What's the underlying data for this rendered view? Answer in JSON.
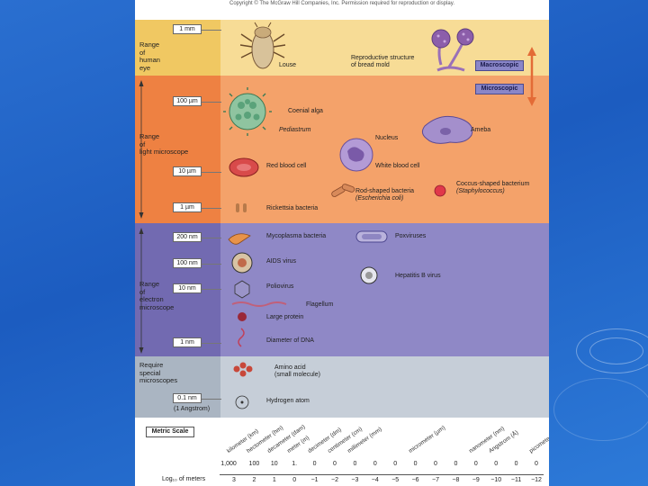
{
  "copyright": "Copyright © The McGraw Hill Companies, Inc. Permission required for reproduction or display.",
  "ranges": {
    "eye": "Range\nof\nhuman\neye",
    "light": "Range\nof\nlight microscope",
    "electron": "Range\nof\nelectron\nmicroscope",
    "special": "Require\nspecial\nmicroscopes"
  },
  "scale_boxes": [
    "1 mm",
    "100 µm",
    "10 µm",
    "1 µm",
    "200 nm",
    "100 nm",
    "10 nm",
    "1 nm",
    "0.1 nm"
  ],
  "angstrom_note": "(1 Angstrom)",
  "labels": {
    "louse": "Louse",
    "bread_mold": "Reproductive structure\nof bread mold",
    "coenial_alga": "Coenial alga",
    "pediastrum": "Pediastrum",
    "nucleus": "Nucleus",
    "ameba": "Ameba",
    "red_blood_cell": "Red blood cell",
    "white_blood_cell": "White blood cell",
    "rod_bacteria": "Rod-shaped bacteria",
    "rod_bacteria_species": "(Escherichia coli)",
    "coccus_bacterium": "Coccus-shaped bacterium",
    "coccus_species": "(Staphylococcus)",
    "rickettsia": "Rickettsia bacteria",
    "mycoplasma": "Mycoplasma bacteria",
    "poxviruses": "Poxviruses",
    "aids_virus": "AIDS virus",
    "poliovirus": "Poliovirus",
    "hepatitis_b": "Hepatitis B virus",
    "flagellum": "Flagellum",
    "large_protein": "Large protein",
    "dna": "Diameter of DNA",
    "amino_acid": "Amino acid\n(small molecule)",
    "hydrogen_atom": "Hydrogen atom"
  },
  "tags": {
    "macroscopic": "Macroscopic",
    "microscopic": "Microscopic"
  },
  "metric": {
    "title": "Metric Scale",
    "units": [
      "kilometer (km)",
      "hectometer (hm)",
      "decameter (dam)",
      "meter (m)",
      "decimeter (dm)",
      "centimeter (cm)",
      "millimeter (mm)",
      "micrometer (µm)",
      "nanometer (nm)",
      "Angstrom (Å)",
      "picometer (pm)"
    ],
    "values": [
      "1,000",
      "100",
      "10",
      "1.",
      "0",
      "0",
      "0",
      "0",
      "0",
      "0",
      "0",
      "0",
      "0",
      "0",
      "0",
      "0"
    ],
    "log_label": "Log₁₀ of meters",
    "log_values": [
      "3",
      "2",
      "1",
      "0",
      "−1",
      "−2",
      "−3",
      "−4",
      "−5",
      "−6",
      "−7",
      "−8",
      "−9",
      "−10",
      "−11",
      "−12"
    ]
  },
  "colors": {
    "background": "#2a6fd0",
    "eye_band": "#f7dc96",
    "light_band": "#f4a26a",
    "electron_band": "#8f88c6",
    "special_band": "#c6ced8"
  }
}
